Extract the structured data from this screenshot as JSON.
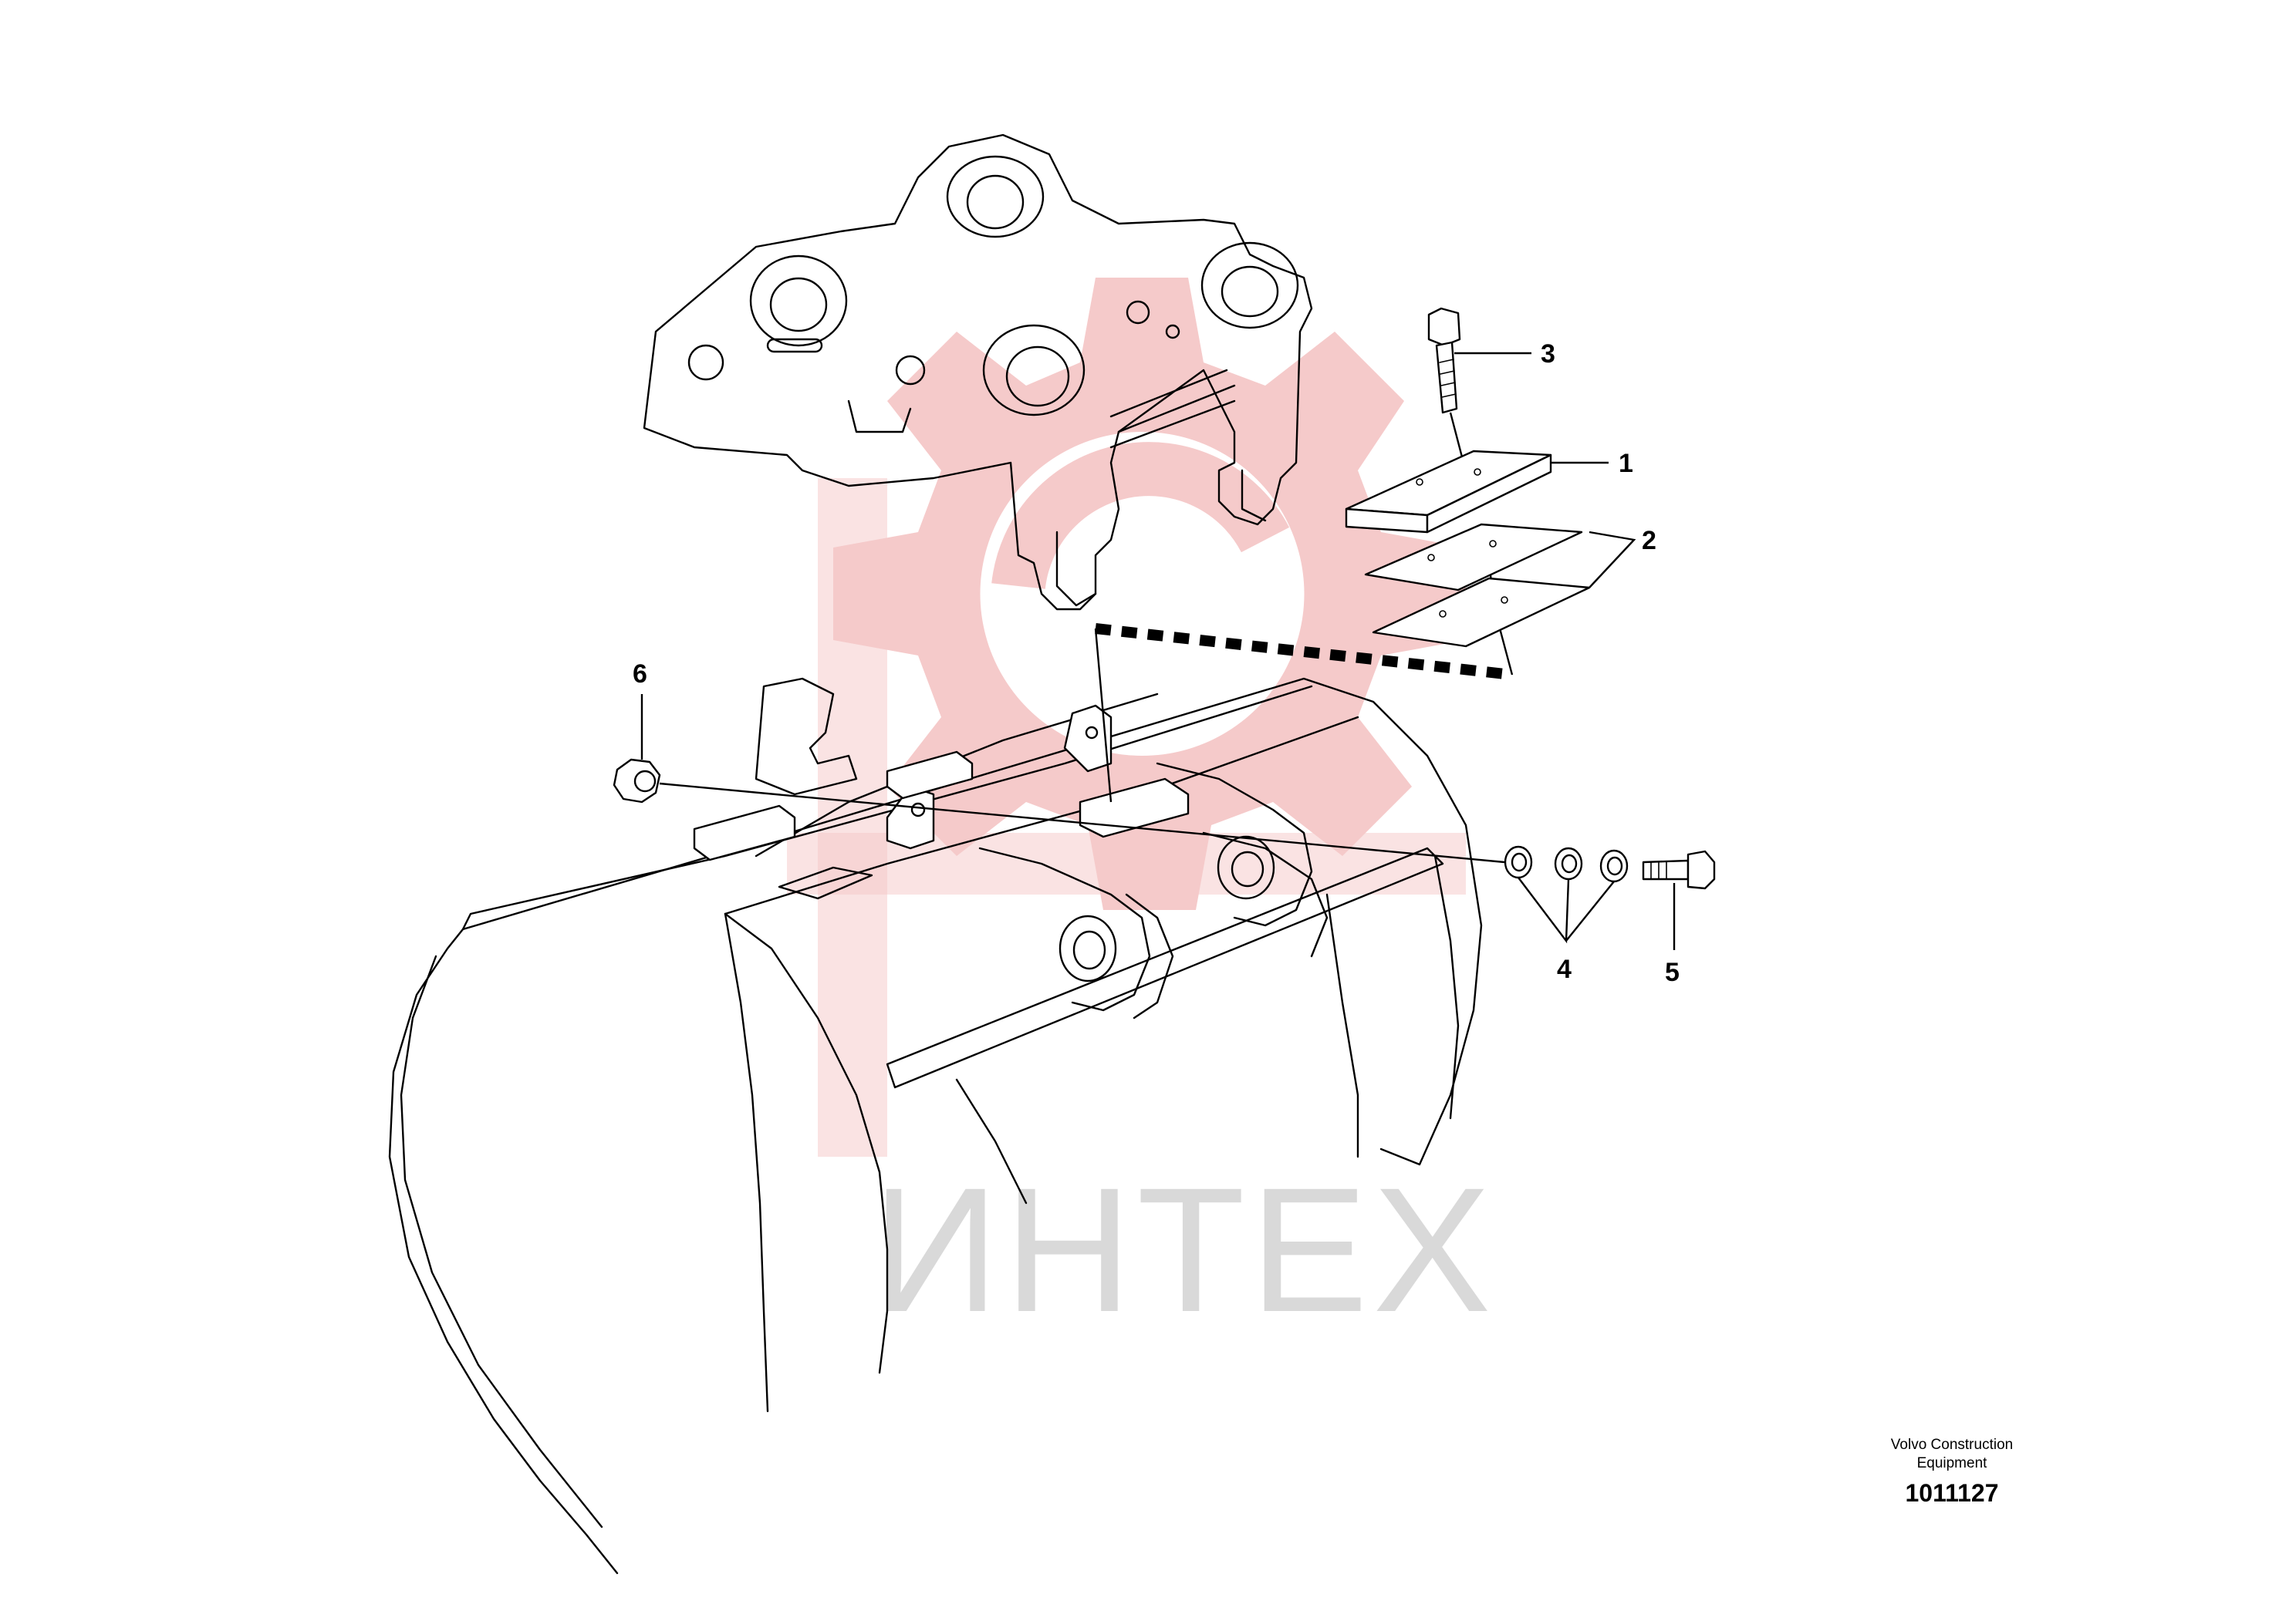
{
  "watermark": {
    "text": "ИНТЕХ",
    "gear_color": "#f4c4c4",
    "text_color": "#d9d9d9"
  },
  "callouts": [
    {
      "id": "1",
      "label": "1"
    },
    {
      "id": "2",
      "label": "2"
    },
    {
      "id": "3",
      "label": "3"
    },
    {
      "id": "4",
      "label": "4"
    },
    {
      "id": "5",
      "label": "5"
    },
    {
      "id": "6",
      "label": "6"
    }
  ],
  "footer": {
    "publisher": "Volvo Construction\nEquipment",
    "document_number": "1011127"
  }
}
